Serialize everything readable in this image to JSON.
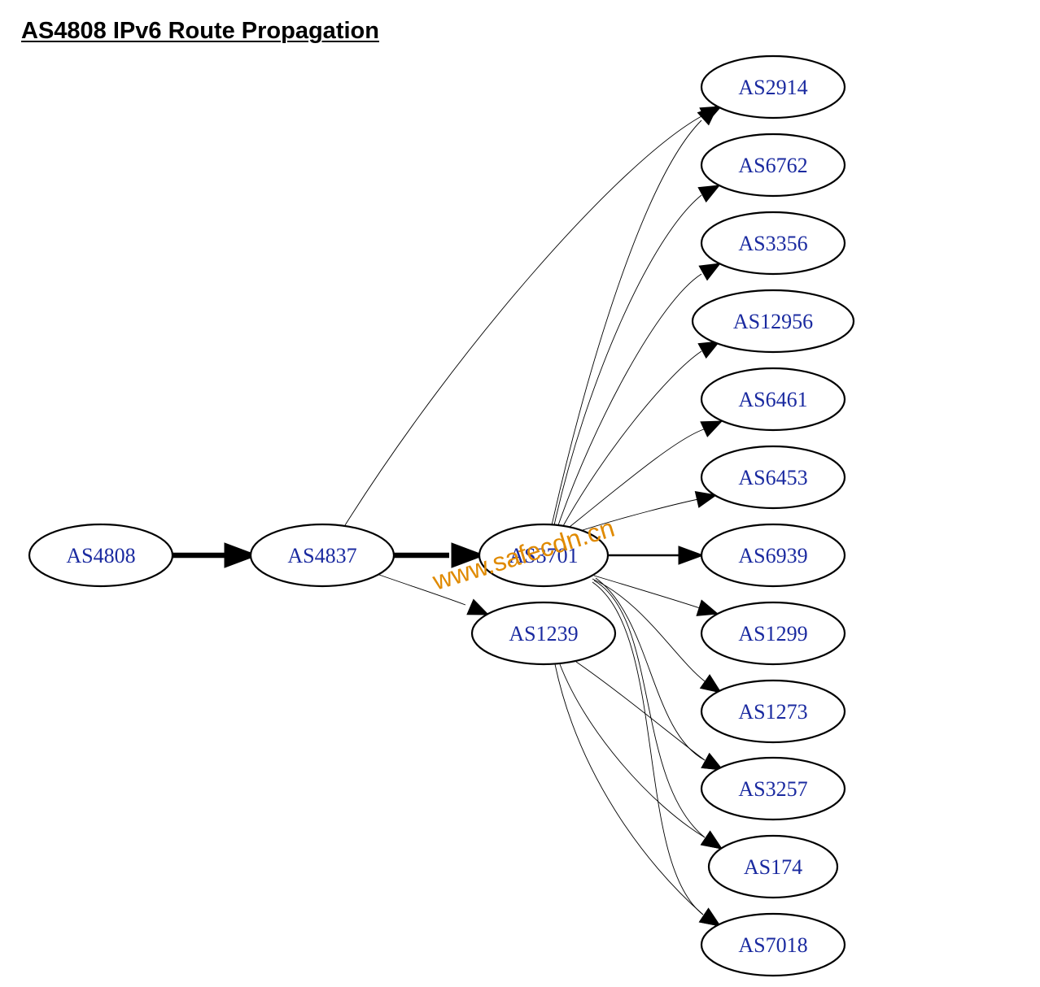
{
  "title": "AS4808 IPv6 Route Propagation",
  "colors": {
    "node_label": "#1a2aa0",
    "node_stroke": "#000000",
    "edge": "#000000",
    "watermark": "#e08a00"
  },
  "watermark": "www.safecdn.cn",
  "nodes": [
    {
      "id": "AS4808",
      "label": "AS4808"
    },
    {
      "id": "AS4837",
      "label": "AS4837"
    },
    {
      "id": "AS3701",
      "label": "AS3701"
    },
    {
      "id": "AS1239",
      "label": "AS1239"
    },
    {
      "id": "AS2914",
      "label": "AS2914"
    },
    {
      "id": "AS6762",
      "label": "AS6762"
    },
    {
      "id": "AS3356",
      "label": "AS3356"
    },
    {
      "id": "AS12956",
      "label": "AS12956"
    },
    {
      "id": "AS6461",
      "label": "AS6461"
    },
    {
      "id": "AS6453",
      "label": "AS6453"
    },
    {
      "id": "AS6939",
      "label": "AS6939"
    },
    {
      "id": "AS1299",
      "label": "AS1299"
    },
    {
      "id": "AS1273",
      "label": "AS1273"
    },
    {
      "id": "AS3257",
      "label": "AS3257"
    },
    {
      "id": "AS174",
      "label": "AS174"
    },
    {
      "id": "AS7018",
      "label": "AS7018"
    }
  ],
  "edges": [
    {
      "from": "AS4808",
      "to": "AS4837",
      "weight": "heavy"
    },
    {
      "from": "AS4837",
      "to": "AS3701",
      "weight": "heavy"
    },
    {
      "from": "AS4837",
      "to": "AS1239",
      "weight": "thin"
    },
    {
      "from": "AS4837",
      "to": "AS2914",
      "weight": "thin"
    },
    {
      "from": "AS3701",
      "to": "AS2914",
      "weight": "thin"
    },
    {
      "from": "AS3701",
      "to": "AS6762",
      "weight": "thin"
    },
    {
      "from": "AS3701",
      "to": "AS3356",
      "weight": "thin"
    },
    {
      "from": "AS3701",
      "to": "AS12956",
      "weight": "thin"
    },
    {
      "from": "AS3701",
      "to": "AS6461",
      "weight": "thin"
    },
    {
      "from": "AS3701",
      "to": "AS6453",
      "weight": "thin"
    },
    {
      "from": "AS3701",
      "to": "AS6939",
      "weight": "medium"
    },
    {
      "from": "AS3701",
      "to": "AS1299",
      "weight": "thin"
    },
    {
      "from": "AS3701",
      "to": "AS1273",
      "weight": "thin"
    },
    {
      "from": "AS3701",
      "to": "AS3257",
      "weight": "thin"
    },
    {
      "from": "AS3701",
      "to": "AS174",
      "weight": "thin"
    },
    {
      "from": "AS3701",
      "to": "AS7018",
      "weight": "thin"
    },
    {
      "from": "AS1239",
      "to": "AS3257",
      "weight": "thin"
    },
    {
      "from": "AS1239",
      "to": "AS174",
      "weight": "thin"
    },
    {
      "from": "AS1239",
      "to": "AS7018",
      "weight": "thin"
    }
  ]
}
